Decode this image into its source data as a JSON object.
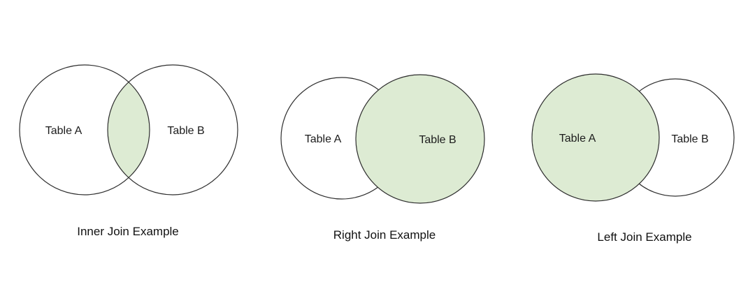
{
  "colors": {
    "highlight_fill": "#ddebd3",
    "circle_stroke": "#2e2e2e",
    "background": "#ffffff",
    "text": "#1c1c1c"
  },
  "diagrams": [
    {
      "id": "inner-join",
      "caption": "Inner Join Example",
      "left_label": "Table A",
      "right_label": "Table B",
      "shaded_region": "intersection"
    },
    {
      "id": "right-join",
      "caption": "Right Join Example",
      "left_label": "Table A",
      "right_label": "Table B",
      "shaded_region": "right-circle"
    },
    {
      "id": "left-join",
      "caption": "Left Join Example",
      "left_label": "Table A",
      "right_label": "Table B",
      "shaded_region": "left-circle"
    }
  ]
}
